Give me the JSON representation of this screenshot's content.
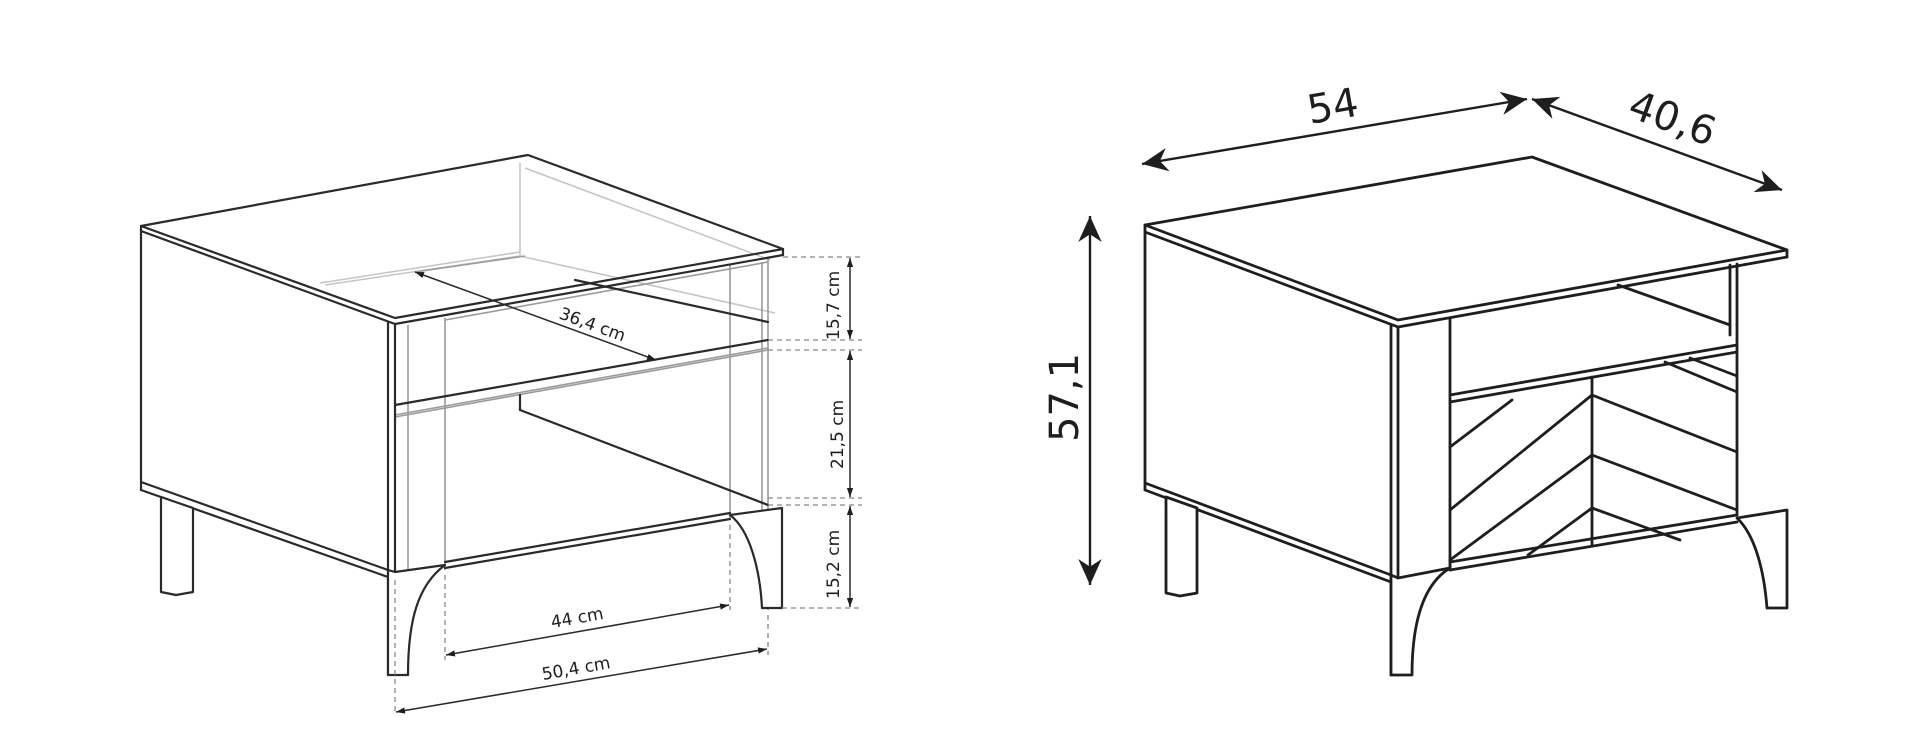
{
  "left_view": {
    "dimensions": {
      "depth_inner": "36,4 cm",
      "upper_height": "15,7 cm",
      "middle_height": "21,5 cm",
      "lower_height": "15,2 cm",
      "inner_width": "44 cm",
      "outer_width": "50,4 cm"
    }
  },
  "right_view": {
    "dimensions": {
      "width": "54",
      "depth": "40,6",
      "height": "57,1"
    }
  }
}
